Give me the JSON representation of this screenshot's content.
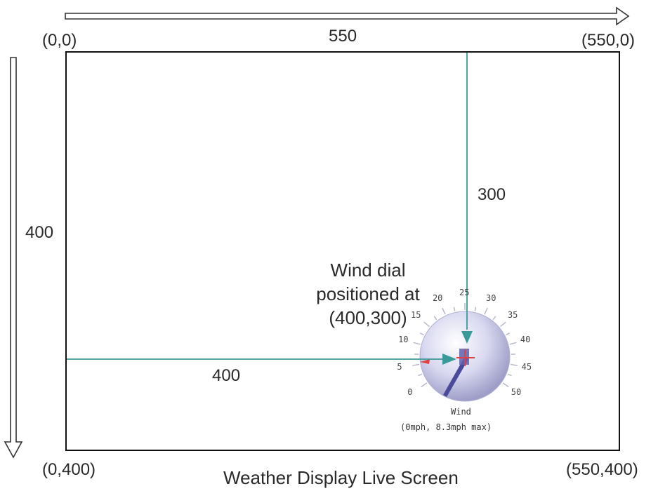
{
  "corners": {
    "top_left": "(0,0)",
    "top_right": "(550,0)",
    "bottom_left": "(0,400)",
    "bottom_right": "(550,400)"
  },
  "dimensions": {
    "width": "550",
    "height": "400",
    "x_offset": "400",
    "y_offset": "300"
  },
  "annotation": {
    "line1": "Wind dial",
    "line2": "positioned at",
    "line3": "(400,300)"
  },
  "screen_caption": "Weather Display Live Screen",
  "dial": {
    "ticks": [
      "0",
      "5",
      "10",
      "15",
      "20",
      "25",
      "30",
      "35",
      "40",
      "45",
      "50"
    ],
    "label": "Wind",
    "sub_label": "(0mph, 8.3mph max)"
  },
  "colors": {
    "guide_line": "#3a9a9a",
    "frame": "#111111",
    "dial_face": "#c9c9ea",
    "needle": "#4a4a9a",
    "marker": "#e04040"
  }
}
